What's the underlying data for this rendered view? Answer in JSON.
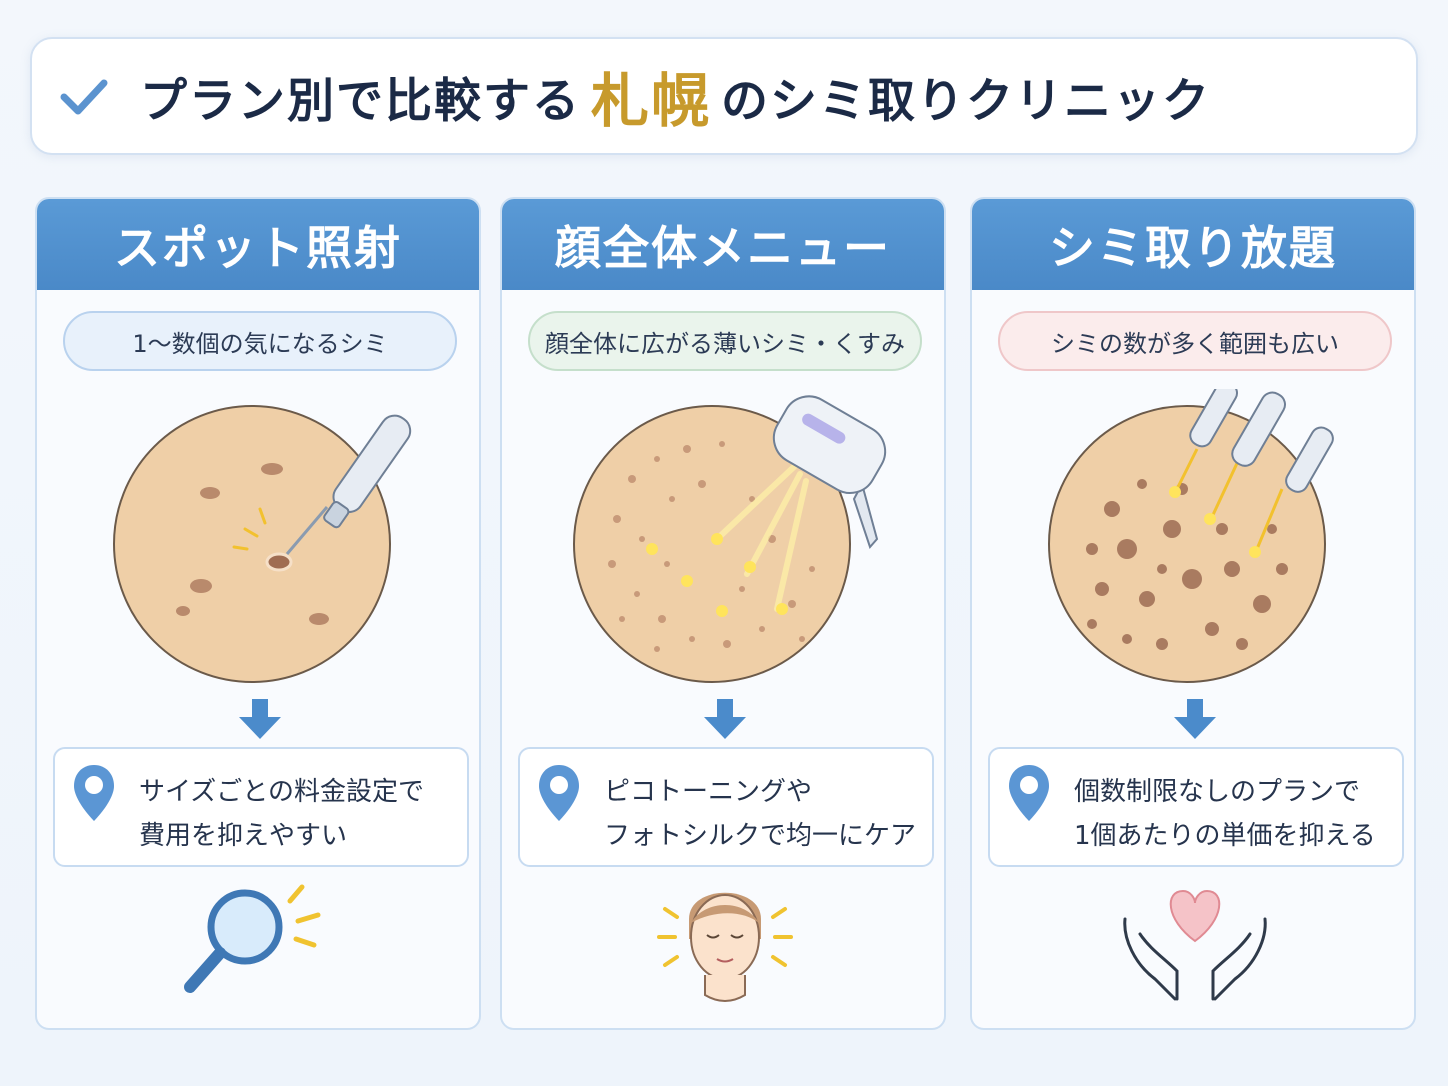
{
  "title": {
    "check_icon": "check-icon",
    "prefix": "プラン別で比較する",
    "accent": "札幌",
    "suffix": "のシミ取りクリニック",
    "accent_color": "#c79a2c"
  },
  "plans": [
    {
      "heading": "スポット照射",
      "tag": "1～数個の気になるシミ",
      "tag_style": "blue",
      "illustration": "single-laser-pen-on-skin",
      "detail_icon": "location-pin-icon",
      "detail_lines": [
        "サイズごとの料金設定で",
        "費用を抑えやすい"
      ],
      "bottom_icon": "magnifying-glass-icon"
    },
    {
      "heading": "顔全体メニュー",
      "tag": "顔全体に広がる薄いシミ・くすみ",
      "tag_style": "green",
      "illustration": "photo-device-light-on-skin",
      "detail_icon": "location-pin-icon",
      "detail_lines": [
        "ピコトーニングや",
        "フォトシルクで均一にケア"
      ],
      "bottom_icon": "glowing-face-icon"
    },
    {
      "heading": "シミ取り放題",
      "tag": "シミの数が多く範囲も広い",
      "tag_style": "pink",
      "illustration": "multiple-laser-pens-on-skin",
      "detail_icon": "location-pin-icon",
      "detail_lines": [
        "個数制限なしのプランで",
        "1個あたりの単価を抑える"
      ],
      "bottom_icon": "heart-in-hands-icon"
    }
  ],
  "colors": {
    "header_blue": "#4a89c8",
    "skin": "#efcfa7",
    "spot": "#b98a6c",
    "pin_blue": "#5b96d4"
  }
}
